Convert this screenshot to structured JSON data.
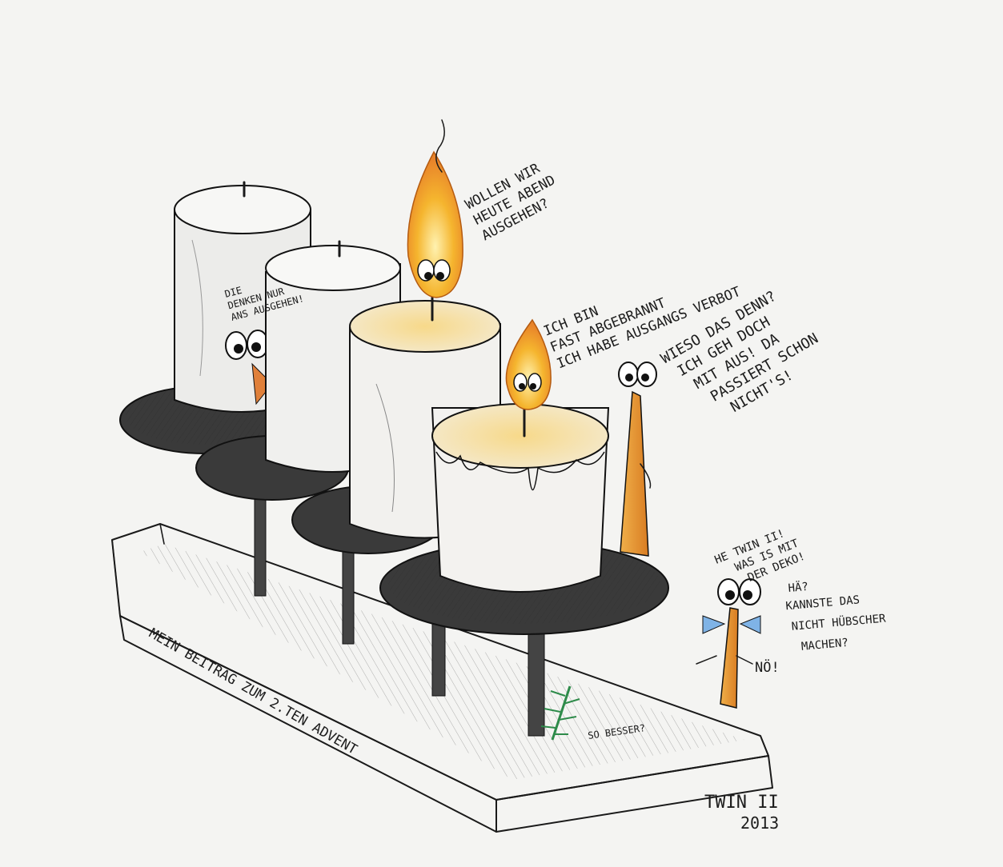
{
  "speech": {
    "flame_left": [
      "WOLLEN WIR",
      "HEUTE ABEND",
      "AUSGEHEN?"
    ],
    "flame_right": [
      "ICH BIN",
      "FAST ABGEBRANNT",
      "ICH HABE AUSGANGS VERBOT"
    ],
    "unlit_candle": [
      "DIE",
      "DENKEN NUR",
      "ANS AUSGEHEN!"
    ],
    "match_tall": [
      "WIESO DAS DENN?",
      "ICH GEH DOCH",
      "MIT AUS! DA",
      "PASSIERT SCHON",
      "NICHT'S!"
    ],
    "match_bow": [
      "HE TWIN II!",
      "WAS IS MIT",
      "DER DEKO!",
      "HÄ?",
      "KANNSTE DAS",
      "NICHT HÜBSCHER",
      "MACHEN?"
    ],
    "match_reply": "NÖ!",
    "fir_note": "SO BESSER?"
  },
  "caption": "MEIN BEITRAG ZUM 2.TEN ADVENT",
  "signature": {
    "name": "TWIN II",
    "year": "2013"
  },
  "colors": {
    "paper": "#f4f4f2",
    "ink": "#1a1a1a",
    "flame": "#f5b52e",
    "flame_core": "#e8832a",
    "bow": "#7fb3e6",
    "fir": "#2e8b4a"
  }
}
